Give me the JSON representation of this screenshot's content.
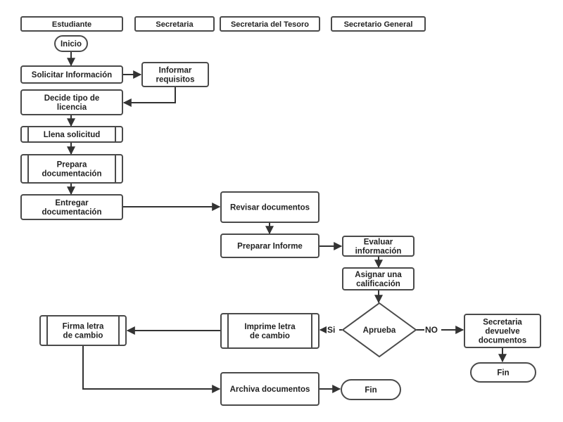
{
  "lanes": [
    "Estudiante",
    "Secretaria",
    "Secretaria del Tesoro",
    "Secretario General"
  ],
  "nodes": {
    "inicio": "Inicio",
    "solicitar": "Solicitar Información",
    "informar": [
      "Informar",
      "requisitos"
    ],
    "decide": [
      "Decide tipo de",
      "licencia"
    ],
    "llena": "Llena solicitud",
    "prepara": [
      "Prepara",
      "documentación"
    ],
    "entregar": [
      "Entregar",
      "documentación"
    ],
    "revisar": "Revisar documentos",
    "preparar_informe": "Preparar Informe",
    "evaluar": [
      "Evaluar",
      "información"
    ],
    "asignar": [
      "Asignar una",
      "calificación"
    ],
    "aprueba": "Aprueba",
    "imprime": [
      "Imprime letra",
      "de cambio"
    ],
    "firma": [
      "Firma letra",
      "de cambio"
    ],
    "archiva": "Archiva documentos",
    "fin_1": "Fin",
    "devuelve": [
      "Secretaria",
      "devuelve",
      "documentos"
    ],
    "fin_2": "Fin"
  },
  "edge_labels": {
    "si": "Si",
    "no": "NO"
  }
}
